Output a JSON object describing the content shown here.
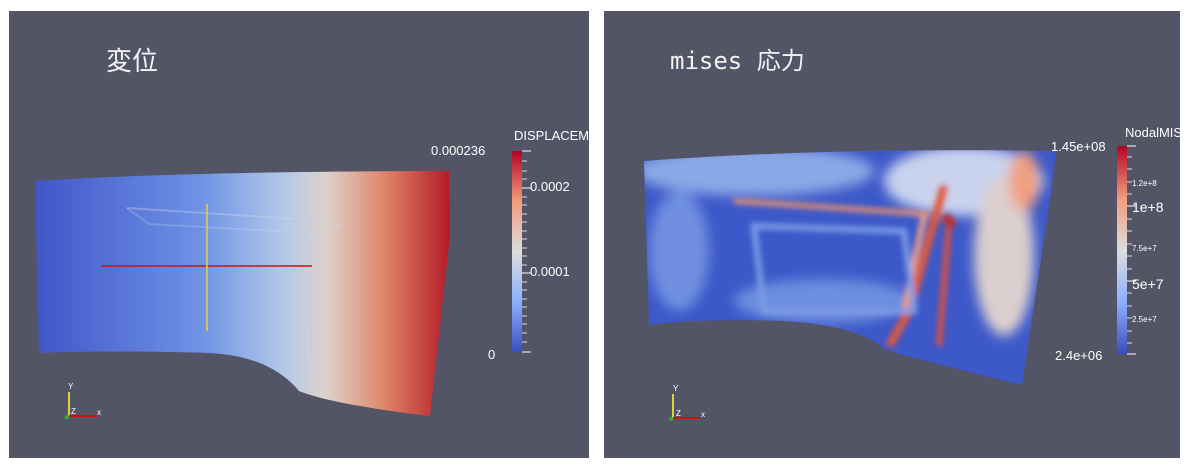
{
  "left_view": {
    "title": "変位",
    "colorbar": {
      "title": "DISPLACEM",
      "max_label": "0.000236",
      "min_label": "0",
      "tick_labels": [
        "0.0002",
        "0.0001"
      ],
      "colors": [
        "#3b4cc0",
        "#8db0fe",
        "#dddddd",
        "#f49a7b",
        "#b40426"
      ]
    },
    "axes_labels": {
      "x": "x",
      "y": "Y",
      "z": "Z"
    }
  },
  "right_view": {
    "title": "mises 応力",
    "colorbar": {
      "title": "NodalMIS",
      "max_label": "1.45e+08",
      "min_label": "2.4e+06",
      "tick_labels": [
        "1.2e+8",
        "1e+8",
        "7.5e+7",
        "5e+7",
        "2.5e+7"
      ],
      "colors": [
        "#3b4cc0",
        "#8db0fe",
        "#dddddd",
        "#f49a7b",
        "#b40426"
      ]
    },
    "axes_labels": {
      "x": "x",
      "y": "Y",
      "z": "Z"
    }
  },
  "colors": {
    "background": "#535566",
    "probe_horizontal": "#d01010",
    "probe_vertical": "#e0d040"
  }
}
